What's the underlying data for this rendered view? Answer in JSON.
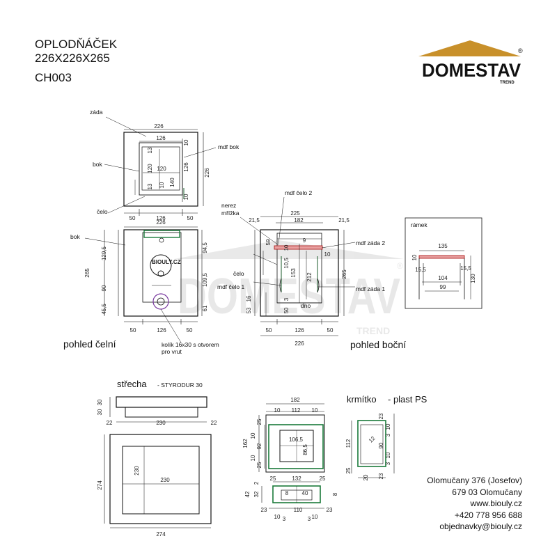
{
  "header": {
    "name": "OPLODŇÁČEK",
    "size": "226X226X265",
    "code": "CH003"
  },
  "brand": {
    "name": "DOMESTAV",
    "sub": "TREND",
    "reg": "®",
    "color": "#c8902a"
  },
  "top_view": {
    "labels": {
      "back": "záda",
      "side": "bok",
      "front": "čelo",
      "mdf_side": "mdf bok"
    },
    "dims": {
      "outer_w": "226",
      "inner_w": "126",
      "inner_w2": "120",
      "h_left": "120",
      "outer_h": "226",
      "d126": "126",
      "d140": "140",
      "d13a": "13",
      "d13b": "13",
      "d10a": "10",
      "d10b": "10",
      "d10c": "10",
      "d50a": "50",
      "d126b": "126",
      "d50b": "50"
    }
  },
  "front_view": {
    "caption": "pohled čelní",
    "labels": {
      "side": "bok",
      "peg": "kolík 16x30 s otvorem",
      "peg2": "pro vrut",
      "site": "BIOULY.CZ"
    },
    "dims": {
      "w": "226",
      "h": "265",
      "d1295": "129,5",
      "d90": "90",
      "d455": "45,5",
      "d945": "94,5",
      "d1095": "109,5",
      "d61": "61",
      "b50a": "50",
      "b126": "126",
      "b50b": "50"
    }
  },
  "side_view": {
    "caption": "pohled boční",
    "labels": {
      "mesh": "nerez",
      "mesh2": "mřížka",
      "mdf_front2": "mdf čelo 2",
      "mdf_back2": "mdf záda 2",
      "front": "čelo",
      "mdf_front1": "mdf čelo 1",
      "mdf_back1": "mdf záda 1",
      "bottom": "dno"
    },
    "dims": {
      "w225": "225",
      "d215a": "21,5",
      "d182": "182",
      "d215b": "21,5",
      "d59": "59",
      "d9": "9",
      "d105": "10,5",
      "d10a": "10",
      "d10b": "10",
      "d153": "153",
      "d212": "212",
      "d265": "265",
      "d16": "16",
      "d3": "3",
      "d53": "53",
      "d50": "50",
      "b50a": "50",
      "b126": "126",
      "b50b": "50",
      "w226": "226"
    }
  },
  "frame_detail": {
    "title": "rámek",
    "dims": {
      "w135": "135",
      "d10": "10",
      "d155a": "15,5",
      "d104": "104",
      "d155b": "15,5",
      "d99": "99",
      "d130": "130"
    }
  },
  "roof": {
    "title": "střecha",
    "material": "- STYRODUR 30",
    "dims": {
      "d30a": "30",
      "d30b": "30",
      "d22a": "22",
      "d230a": "230",
      "d22b": "22",
      "v230": "230",
      "h230": "230",
      "d274v": "274",
      "d274h": "274"
    }
  },
  "feeder": {
    "title": "krmítko",
    "material": "- plast PS",
    "dims": {
      "w182": "182",
      "d10a": "10",
      "d112": "112",
      "d10b": "10",
      "d25a": "25",
      "d25b": "25",
      "h162": "162",
      "d10c": "10",
      "d92": "92",
      "d10d": "10",
      "d1065": "106,5",
      "d865": "86,5",
      "s23a": "23",
      "s10a": "10",
      "s3a": "3",
      "s112": "112",
      "s12": "12",
      "s90": "90",
      "s10b": "10",
      "s3b": "3",
      "s25": "25",
      "s23b": "23",
      "s20": "20",
      "p25a": "25",
      "p132": "132",
      "p25b": "25",
      "p2": "2",
      "p42": "42",
      "p32": "32",
      "p8a": "8",
      "p8b": "8",
      "p40": "40",
      "p10a": "10",
      "p23a": "23",
      "p110": "110",
      "p23b": "23",
      "p10b": "10",
      "p3": "3",
      "p3b": "3"
    }
  },
  "contact": {
    "lines": [
      "Olomučany 376 (Josefov)",
      "679 03 Olomučany",
      "www.biouly.cz",
      "+420 778 956 688",
      "objednavky@biouly.cz"
    ]
  }
}
